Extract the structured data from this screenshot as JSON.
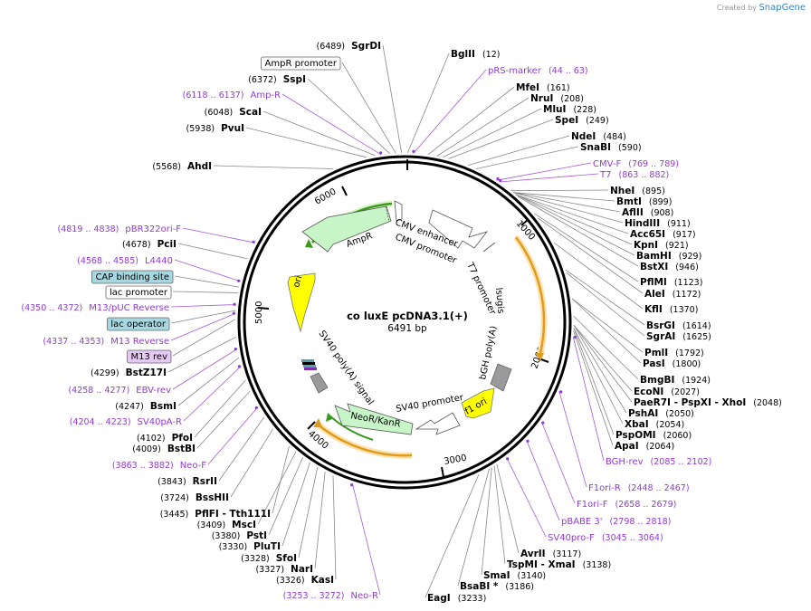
{
  "credit": {
    "prefix": "Created by",
    "brand": "SnapGene"
  },
  "plasmid": {
    "name": "co luxE pcDNA3.1(+)",
    "size": "6491 bp"
  },
  "ticks": [
    "1000",
    "2000",
    "3000",
    "4000",
    "5000",
    "6000"
  ],
  "features": [
    {
      "label": "CMV enhancer",
      "color": "#ffffff"
    },
    {
      "label": "CMV promoter",
      "color": "#ffffff"
    },
    {
      "label": "T7 promoter",
      "color": "#ffffff"
    },
    {
      "label": "lsugis",
      "color": "#f0a030"
    },
    {
      "label": "bGH poly(A)",
      "color": "#9a9a9a"
    },
    {
      "label": "f1 ori",
      "color": "#ffff00"
    },
    {
      "label": "SV40 promoter",
      "color": "#ffffff"
    },
    {
      "label": "NeoR/KanR",
      "color": "#c8f5c8"
    },
    {
      "label": "SV40 poly(A) signal",
      "color": "#9a9a9a"
    },
    {
      "label": "ori",
      "color": "#ffff00"
    },
    {
      "label": "AmpR",
      "color": "#c8f5c8"
    }
  ],
  "left_labels": [
    {
      "pos": "(6489)",
      "name": "SgrDI",
      "kind": "enzyme"
    },
    {
      "pos": "",
      "name": "AmpR promoter",
      "kind": "box-white"
    },
    {
      "pos": "(6372)",
      "name": "SspI",
      "kind": "enzyme"
    },
    {
      "pos": "(6118 .. 6137)",
      "name": "Amp-R",
      "kind": "primer"
    },
    {
      "pos": "(6048)",
      "name": "ScaI",
      "kind": "enzyme"
    },
    {
      "pos": "(5938)",
      "name": "PvuI",
      "kind": "enzyme"
    },
    {
      "pos": "(5568)",
      "name": "AhdI",
      "kind": "enzyme"
    },
    {
      "pos": "(4819 .. 4838)",
      "name": "pBR322ori-F",
      "kind": "primer"
    },
    {
      "pos": "(4678)",
      "name": "PciI",
      "kind": "enzyme"
    },
    {
      "pos": "(4568 .. 4585)",
      "name": "L4440",
      "kind": "primer"
    },
    {
      "pos": "",
      "name": "CAP binding site",
      "kind": "box-blue"
    },
    {
      "pos": "",
      "name": "lac promoter",
      "kind": "box-white"
    },
    {
      "pos": "(4350 .. 4372)",
      "name": "M13/pUC Reverse",
      "kind": "primer"
    },
    {
      "pos": "",
      "name": "lac operator",
      "kind": "box-blue"
    },
    {
      "pos": "(4337 .. 4353)",
      "name": "M13 Reverse",
      "kind": "primer"
    },
    {
      "pos": "",
      "name": "M13 rev",
      "kind": "box-purple"
    },
    {
      "pos": "(4299)",
      "name": "BstZ17I",
      "kind": "enzyme"
    },
    {
      "pos": "(4258 .. 4277)",
      "name": "EBV-rev",
      "kind": "primer"
    },
    {
      "pos": "(4247)",
      "name": "BsmI",
      "kind": "enzyme"
    },
    {
      "pos": "(4204 .. 4223)",
      "name": "SV40pA-R",
      "kind": "primer"
    },
    {
      "pos": "(4102)",
      "name": "PfoI",
      "kind": "enzyme"
    },
    {
      "pos": "(4009)",
      "name": "BstBI",
      "kind": "enzyme"
    },
    {
      "pos": "(3863 .. 3882)",
      "name": "Neo-F",
      "kind": "primer"
    },
    {
      "pos": "(3843)",
      "name": "RsrII",
      "kind": "enzyme"
    },
    {
      "pos": "(3724)",
      "name": "BssHII",
      "kind": "enzyme"
    },
    {
      "pos": "(3445)",
      "name": "PflFI  - Tth111I",
      "kind": "enzyme"
    },
    {
      "pos": "(3409)",
      "name": "MscI",
      "kind": "enzyme"
    },
    {
      "pos": "(3380)",
      "name": "PstI",
      "kind": "enzyme"
    },
    {
      "pos": "(3330)",
      "name": "PluTI",
      "kind": "enzyme"
    },
    {
      "pos": "(3328)",
      "name": "SfoI",
      "kind": "enzyme"
    },
    {
      "pos": "(3327)",
      "name": "NarI",
      "kind": "enzyme"
    },
    {
      "pos": "(3326)",
      "name": "KasI",
      "kind": "enzyme"
    },
    {
      "pos": "(3253 .. 3272)",
      "name": "Neo-R",
      "kind": "primer"
    }
  ],
  "right_labels": [
    {
      "name": "BglII",
      "pos": "(12)",
      "kind": "enzyme"
    },
    {
      "name": "pRS-marker",
      "pos": "(44 .. 63)",
      "kind": "primer"
    },
    {
      "name": "MfeI",
      "pos": "(161)",
      "kind": "enzyme"
    },
    {
      "name": "NruI",
      "pos": "(208)",
      "kind": "enzyme"
    },
    {
      "name": "MluI",
      "pos": "(228)",
      "kind": "enzyme"
    },
    {
      "name": "SpeI",
      "pos": "(249)",
      "kind": "enzyme"
    },
    {
      "name": "NdeI",
      "pos": "(484)",
      "kind": "enzyme"
    },
    {
      "name": "SnaBI",
      "pos": "(590)",
      "kind": "enzyme"
    },
    {
      "name": "CMV-F",
      "pos": "(769 .. 789)",
      "kind": "primer"
    },
    {
      "name": "T7",
      "pos": "(863 .. 882)",
      "kind": "primer"
    },
    {
      "name": "NheI",
      "pos": "(895)",
      "kind": "enzyme"
    },
    {
      "name": "BmtI",
      "pos": "(899)",
      "kind": "enzyme"
    },
    {
      "name": "AflII",
      "pos": "(908)",
      "kind": "enzyme"
    },
    {
      "name": "HindIII",
      "pos": "(911)",
      "kind": "enzyme"
    },
    {
      "name": "Acc65I",
      "pos": "(917)",
      "kind": "enzyme"
    },
    {
      "name": "KpnI",
      "pos": "(921)",
      "kind": "enzyme"
    },
    {
      "name": "BamHI",
      "pos": "(929)",
      "kind": "enzyme"
    },
    {
      "name": "BstXI",
      "pos": "(946)",
      "kind": "enzyme"
    },
    {
      "name": "PflMI",
      "pos": "(1123)",
      "kind": "enzyme"
    },
    {
      "name": "AleI",
      "pos": "(1172)",
      "kind": "enzyme"
    },
    {
      "name": "KflI",
      "pos": "(1370)",
      "kind": "enzyme"
    },
    {
      "name": "BsrGI",
      "pos": "(1614)",
      "kind": "enzyme"
    },
    {
      "name": "SgrAI",
      "pos": "(1625)",
      "kind": "enzyme"
    },
    {
      "name": "PmlI",
      "pos": "(1792)",
      "kind": "enzyme"
    },
    {
      "name": "PasI",
      "pos": "(1800)",
      "kind": "enzyme"
    },
    {
      "name": "BmgBI",
      "pos": "(1924)",
      "kind": "enzyme"
    },
    {
      "name": "EcoNI",
      "pos": "(2027)",
      "kind": "enzyme"
    },
    {
      "name": "PaeR7I  - PspXI  - XhoI",
      "pos": "(2048)",
      "kind": "enzyme"
    },
    {
      "name": "PshAI",
      "pos": "(2050)",
      "kind": "enzyme"
    },
    {
      "name": "XbaI",
      "pos": "(2054)",
      "kind": "enzyme"
    },
    {
      "name": "PspOMI",
      "pos": "(2060)",
      "kind": "enzyme"
    },
    {
      "name": "ApaI",
      "pos": "(2064)",
      "kind": "enzyme"
    },
    {
      "name": "BGH-rev",
      "pos": "(2085 .. 2102)",
      "kind": "primer"
    },
    {
      "name": "F1ori-R",
      "pos": "(2448 .. 2467)",
      "kind": "primer"
    },
    {
      "name": "F1ori-F",
      "pos": "(2658 .. 2679)",
      "kind": "primer"
    },
    {
      "name": "pBABE 3'",
      "pos": "(2798 .. 2818)",
      "kind": "primer"
    },
    {
      "name": "SV40pro-F",
      "pos": "(3045 .. 3064)",
      "kind": "primer"
    },
    {
      "name": "AvrII",
      "pos": "(3117)",
      "kind": "enzyme"
    },
    {
      "name": "TspMI  - XmaI",
      "pos": "(3138)",
      "kind": "enzyme"
    },
    {
      "name": "SmaI",
      "pos": "(3140)",
      "kind": "enzyme"
    },
    {
      "name": "BsaBI *",
      "pos": "(3186)",
      "kind": "enzyme"
    },
    {
      "name": "EagI",
      "pos": "(3233)",
      "kind": "enzyme"
    }
  ]
}
